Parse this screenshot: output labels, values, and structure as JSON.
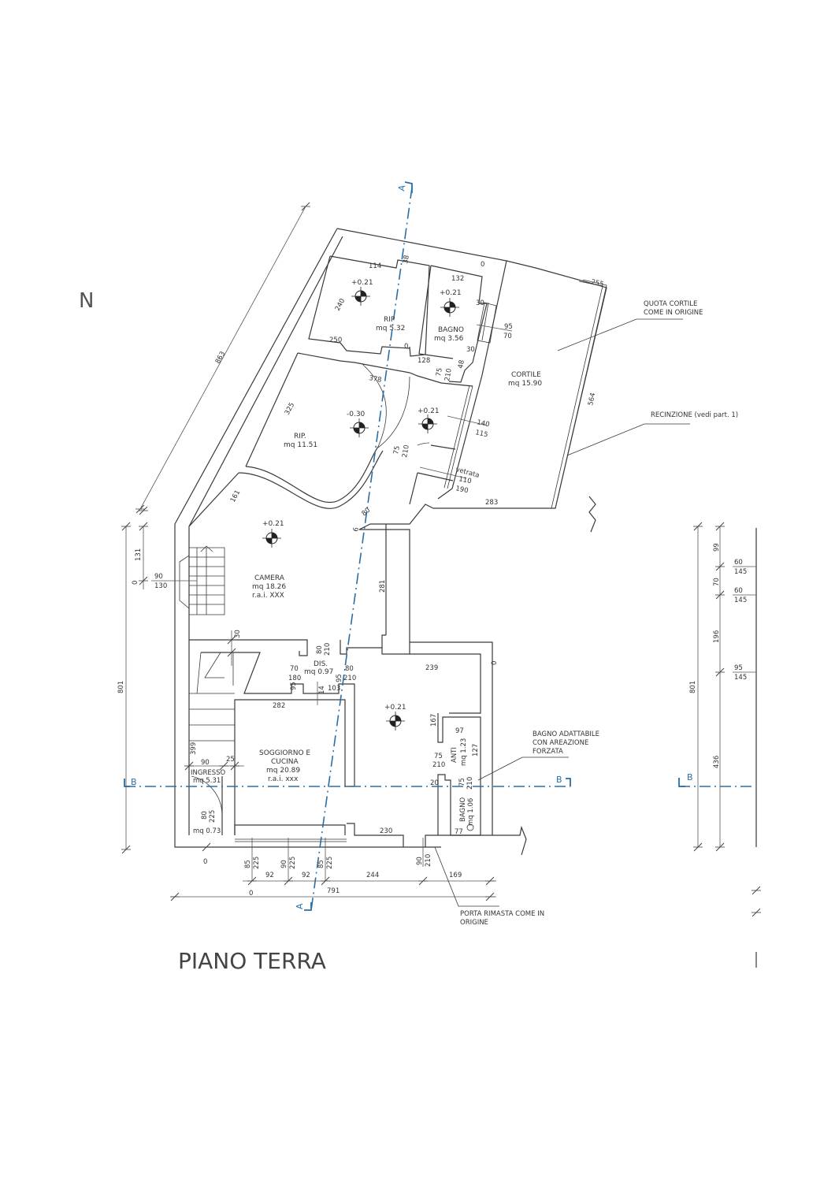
{
  "north_label": "N",
  "title": "PIANO TERRA",
  "section_markers": {
    "a_top": "A",
    "a_bottom": "A",
    "b_left": "B",
    "b_right": "B",
    "b_far": "B"
  },
  "rooms": {
    "rip_top": {
      "name": "RIP",
      "area": "mq  5.32",
      "level": "+0.21"
    },
    "bagno_top": {
      "name": "BAGNO",
      "area": "mq  3.56",
      "level": "+0.21"
    },
    "cortile": {
      "name": "CORTILE",
      "area": "mq  15.90"
    },
    "rip_mid": {
      "name": "RIP.",
      "area": "mq  11.51",
      "level": "-0.30"
    },
    "disimpegno_top": {
      "level": "+0.21"
    },
    "camera": {
      "name": "CAMERA",
      "area": "mq  18.26",
      "rai": "r.a.i.  XXX",
      "level": "+0.21"
    },
    "dis": {
      "name": "DIS.",
      "area": "mq  0.97"
    },
    "soggiorno": {
      "name1": "SOGGIORNO  E",
      "name2": "CUCINA",
      "area": "mq  20.89",
      "rai": "r.a.i.  xxx"
    },
    "open_area": {
      "level": "+0.21"
    },
    "ingresso": {
      "name": "INGRESSO",
      "area": "mq  5.31",
      "sub_area": "mq  0.73"
    },
    "anti": {
      "name": "ANTI",
      "area": "mq  1.23"
    },
    "bagno_bottom": {
      "name": "BAGNO",
      "area": "mq  1.06"
    }
  },
  "annotations": {
    "quota_cortile": [
      "QUOTA  CORTILE",
      "COME  IN  ORIGINE"
    ],
    "recinzione": "RECINZIONE  (vedi  part.  1)",
    "bagno_adattabile": [
      "BAGNO  ADATTABILE",
      "CON  AREAZIONE",
      "FORZATA"
    ],
    "porta_rimasta": [
      "PORTA  RIMASTA  COME  IN",
      "ORIGINE"
    ],
    "vetrata": "vetrata"
  },
  "dimensions": {
    "d863": "863",
    "d114": "114",
    "d38": "38",
    "d0_top": "0",
    "d132": "132",
    "d30a": "30",
    "d255": "255",
    "d240": "240",
    "d250": "250",
    "d0_rip": "0",
    "d95w": "95",
    "d70w": "70",
    "d128": "128",
    "d48": "48",
    "d30b": "30",
    "d378": "378",
    "d75a": "75",
    "d210a": "210",
    "d564": "564",
    "d325": "325",
    "d140": "140",
    "d115": "115",
    "d75b": "75",
    "d210b": "210",
    "d110": "110",
    "d190": "190",
    "d283": "283",
    "d161": "161",
    "d80a": "80",
    "d6": "6",
    "d131": "131",
    "d0_left": "0",
    "d90w": "90",
    "d130w": "130",
    "d281": "281",
    "d30c": "30",
    "d80b": "80",
    "d210c": "210",
    "d70d": "70",
    "d180d": "180",
    "d95c": "95",
    "d80c": "80",
    "d210d": "210",
    "d95d": "95",
    "d14": "14",
    "d103": "103",
    "d239": "239",
    "d0_right": "0",
    "d282": "282",
    "d167": "167",
    "d97": "97",
    "d127": "127",
    "d75c": "75",
    "d210e": "210",
    "d75d": "75",
    "d210f": "210",
    "d20": "20",
    "d77": "77",
    "d801": "801",
    "d399": "399",
    "d90i": "90",
    "d25": "25",
    "d80i": "80",
    "d225i": "225",
    "d230": "230",
    "d90p": "90",
    "d210p": "210",
    "d0_bottom": "0",
    "w1a": "85",
    "w1b": "225",
    "w2a": "90",
    "w2b": "225",
    "w3a": "85",
    "w3b": "225",
    "d92a": "92",
    "d92b": "92",
    "d244": "244",
    "d169": "169",
    "d791": "791",
    "d0_base": "0",
    "r99": "99",
    "r70": "70",
    "r196": "196",
    "r436": "436",
    "r801": "801",
    "r60a": "60",
    "r145a": "145",
    "r60b": "60",
    "r145b": "145",
    "r95": "95",
    "r145c": "145"
  }
}
